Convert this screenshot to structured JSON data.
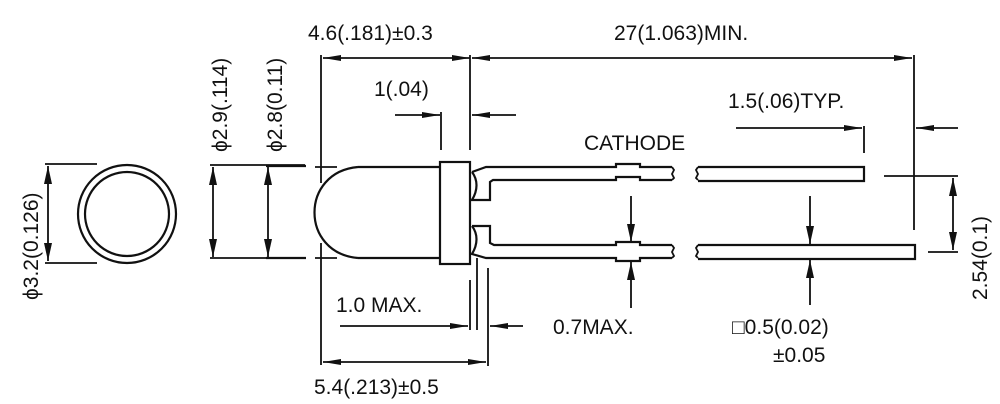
{
  "diagram": {
    "type": "technical-drawing",
    "subject": "3mm LED package outline",
    "views": [
      "end-view",
      "side-view"
    ]
  },
  "end_view": {
    "diameter_label": "ϕ3.2(0.126)"
  },
  "side_view": {
    "dimensions": {
      "body_diameter_outer": "ϕ2.9(.114)",
      "body_diameter_inner": "ϕ2.8(0.11)",
      "body_length": "4.6(.181)±0.3",
      "flange_thickness": "1(.04)",
      "lead_length": "27(1.063)MIN.",
      "lead_end_length": "1.5(.06)TYP.",
      "lead_spacing": "2.54(0.1)",
      "standoff": "1.0  MAX.",
      "overall_length": "5.4(.213)±0.5",
      "lead_kink": "0.7MAX.",
      "lead_section_line1": "□0.5(0.02)",
      "lead_section_line2": "±0.05"
    },
    "callouts": {
      "cathode": "CATHODE"
    }
  }
}
